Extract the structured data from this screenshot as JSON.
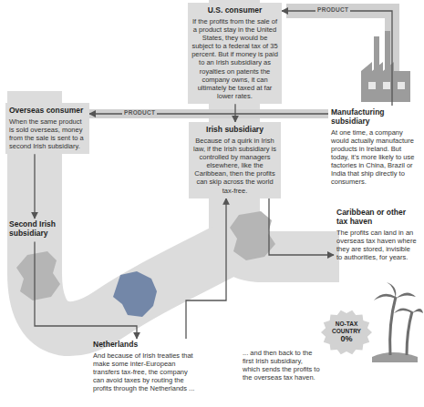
{
  "diagram": {
    "nodes": [
      {
        "text": [
          "U.S. consumer",
          "If the profits from the sale of a product stay in the United States, they would be subject to a federal tax of 35 percent. But if money is paid to an Irish subsidiary as royalties on patents the company owns, it can ultimately be taxed at far lower rates."
        ]
      },
      {
        "text": [
          "Overseas consumer",
          "When the same product is sold overseas, money from the sale is sent to a second Irish subsidiary."
        ]
      },
      {
        "text": [
          "Irish subsidiary",
          "Because of a quirk in Irish law, if the Irish subsidiary is controlled by managers elsewhere, like the Caribbean, then the profits can skip across the world tax-free."
        ]
      },
      {
        "text": [
          "Manufacturing subsidiary",
          "At one time, a company would actually manufacture products in Ireland. But today, it's more likely to use factories in China, Brazil or India that ship directly to consumers."
        ]
      },
      {
        "text": [
          "Second Irish subsidiary"
        ]
      },
      {
        "text": [
          "Netherlands",
          "And because of Irish treaties that make some inter-European transfers tax-free, the company can avoid taxes by routing the profits through the Netherlands ..."
        ]
      },
      {
        "text": [
          "Caribbean or other tax haven",
          "The profits can land in an overseas tax haven where they are stored, invisible to authorities, for years."
        ]
      },
      {
        "text": [
          "NO-TAX COUNTRY",
          "0%"
        ]
      }
    ],
    "edges": [
      {
        "from": 3,
        "to": 0,
        "arrow": "to",
        "label": "PRODUCT"
      },
      {
        "from": 3,
        "to": 1,
        "arrow": "to",
        "label": "PRODUCT"
      },
      {
        "from": 0,
        "to": 2,
        "arrow": "to"
      },
      {
        "from": 1,
        "to": 4,
        "arrow": "to"
      },
      {
        "from": 4,
        "to": 5,
        "arrow": "to"
      },
      {
        "from": 5,
        "to": 2,
        "arrow": "to"
      },
      {
        "from": 2,
        "to": 6,
        "arrow": "to"
      }
    ],
    "labels": [
      "... and then back to the first Irish subsidiary, which sends the profits to the overseas tax haven."
    ]
  }
}
